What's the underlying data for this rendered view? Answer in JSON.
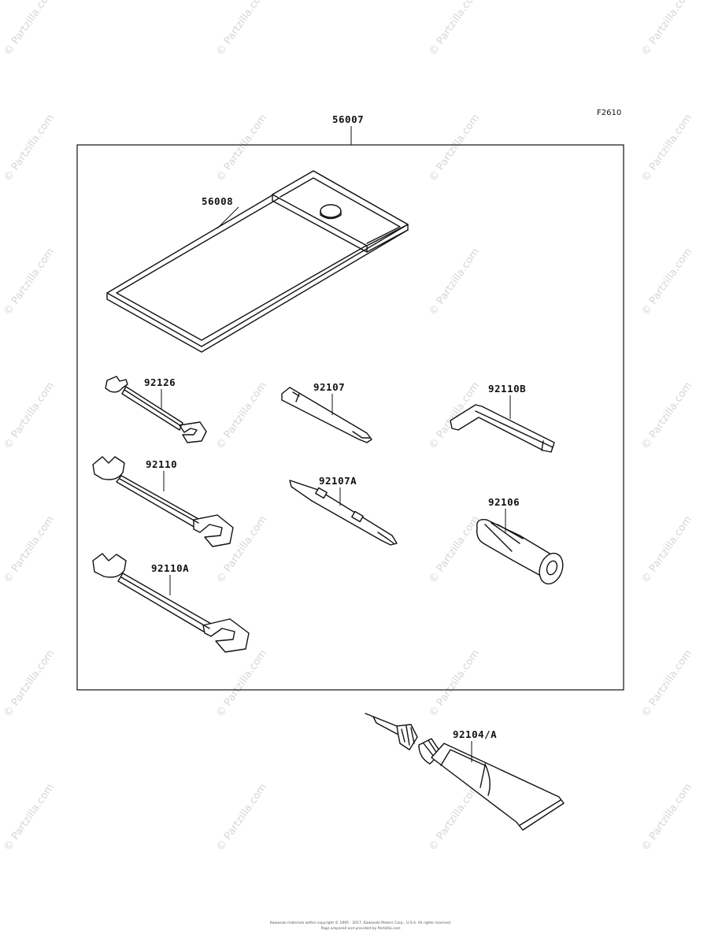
{
  "figure_code": "F2610",
  "assembly_part": "56007",
  "parts": {
    "bag": "56008",
    "wrench_small": "92126",
    "wrench_medium": "92110",
    "wrench_large": "92110A",
    "screwdriver": "92107",
    "screwdriver_flat": "92107A",
    "hex_key": "92110B",
    "screwdriver_handle": "92106",
    "grease_tube": "92104/A"
  },
  "watermark": "© Partzilla.com",
  "footer": {
    "line1": "Kawasaki materials within copyright © 1995 - 2017, Kawasaki Motors Corp., U.S.A. All rights reserved.",
    "line2": "Page prepared and provided by Partzilla.com"
  },
  "colors": {
    "line": "#111111",
    "watermark": "#d6d6d6"
  }
}
